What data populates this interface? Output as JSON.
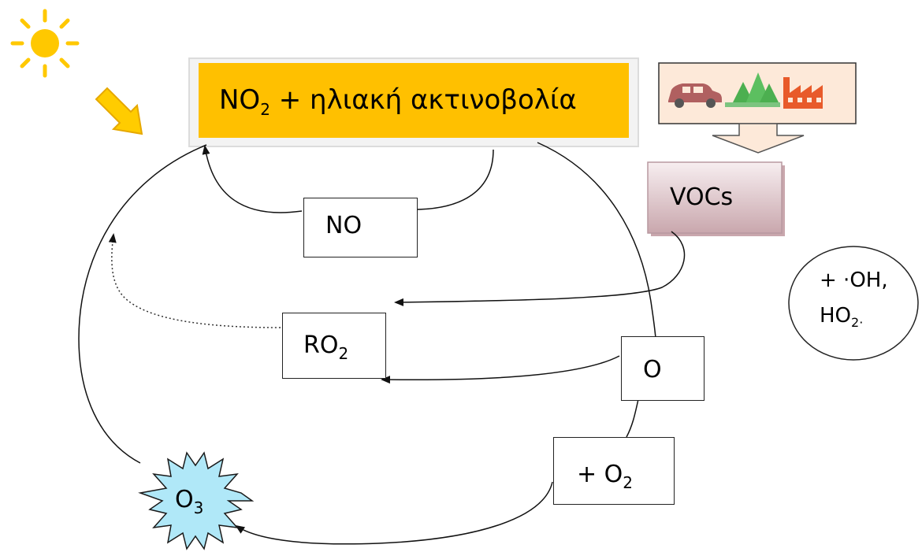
{
  "colors": {
    "title_fill": "#ffc000",
    "title_frame": "#f3f3f3",
    "sun": "#ffc800",
    "sun_arrow": "#ffcc00",
    "ozone_fill": "#b0e8f8",
    "vocs_fill_top": "#f7eef0",
    "vocs_fill_bottom": "#c9a7ad",
    "sources_fill": "#fde9d9",
    "big_arrow_fill": "#fde9d9",
    "car": "#b06060",
    "trees": "#4caf50",
    "factory": "#e85a2a",
    "stroke": "#111111"
  },
  "icons": [
    "sun-icon",
    "sunlight-arrow-icon",
    "car-icon",
    "trees-icon",
    "factory-icon",
    "down-arrow-icon"
  ],
  "title": {
    "main": "NO",
    "sub": "2",
    "rest": " + ηλιακή ακτινοβολία"
  },
  "nodes": {
    "no": {
      "label": "NO"
    },
    "vocs": {
      "label": "VOCs"
    },
    "ro2": {
      "main": "RO",
      "sub": "2"
    },
    "o": {
      "label": "O"
    },
    "plus_o2": {
      "main": "+ O",
      "sub": "2"
    },
    "o3": {
      "main": "O",
      "sub": "3"
    },
    "radicals": {
      "line1": "+ ·OH,",
      "line2_main": "HO",
      "line2_sub": "2",
      "line2_dot": "·"
    }
  }
}
